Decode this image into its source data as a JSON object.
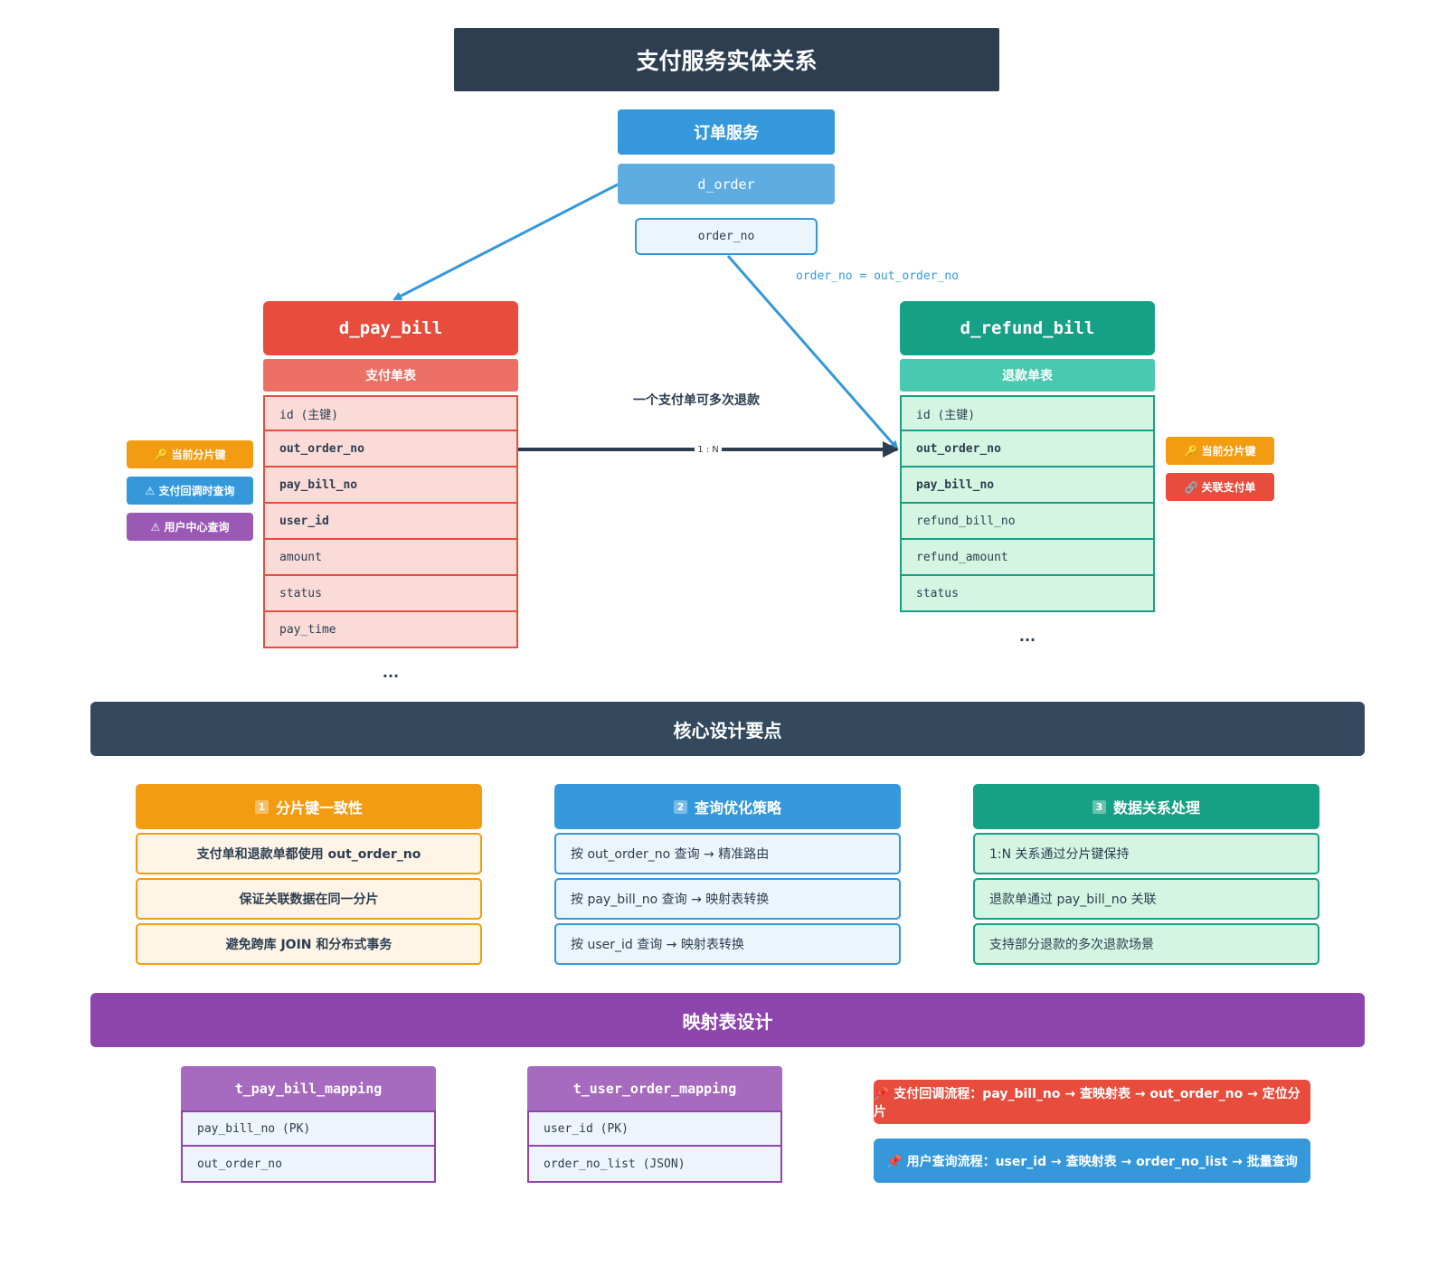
{
  "title": "支付服务实体关系",
  "order_service": {
    "label": "订单服务",
    "table": "d_order",
    "field": "order_no"
  },
  "relation": {
    "mapping_label": "order_no = out_order_no",
    "one_to_many_label": "一个支付单可多次退款",
    "ratio": "1 : N"
  },
  "pay_bill": {
    "name": "d_pay_bill",
    "subtitle": "支付单表",
    "fields": [
      "id (主键)",
      "out_order_no",
      "pay_bill_no",
      "user_id",
      "amount",
      "status",
      "pay_time"
    ],
    "ellipsis": "...",
    "tags": [
      {
        "text": "🔑 当前分片键",
        "color": "#f39c12"
      },
      {
        "text": "⚠ 支付回调时查询",
        "color": "#3498db"
      },
      {
        "text": "⚠ 用户中心查询",
        "color": "#9b59b6"
      }
    ]
  },
  "refund_bill": {
    "name": "d_refund_bill",
    "subtitle": "退款单表",
    "fields": [
      "id (主键)",
      "out_order_no",
      "pay_bill_no",
      "refund_bill_no",
      "refund_amount",
      "status"
    ],
    "ellipsis": "...",
    "tags": [
      {
        "text": "🔑 当前分片键",
        "color": "#f39c12"
      },
      {
        "text": "🔗 关联支付单",
        "color": "#e74c3c"
      }
    ]
  },
  "core": {
    "title": "核心设计要点",
    "cards": [
      {
        "num": "1",
        "title": "分片键一致性",
        "color": "#f39c12",
        "items": [
          "支付单和退款单都使用 out_order_no",
          "保证关联数据在同一分片",
          "避免跨库 JOIN 和分布式事务"
        ]
      },
      {
        "num": "2",
        "title": "查询优化策略",
        "color": "#3498db",
        "items": [
          "按 out_order_no 查询 → 精准路由",
          "按 pay_bill_no 查询 → 映射表转换",
          "按 user_id 查询 → 映射表转换"
        ]
      },
      {
        "num": "3",
        "title": "数据关系处理",
        "color": "#16a085",
        "items": [
          "1:N 关系通过分片键保持",
          "退款单通过 pay_bill_no 关联",
          "支持部分退款的多次退款场景"
        ]
      }
    ]
  },
  "mapping": {
    "title": "映射表设计",
    "tables": [
      {
        "name": "t_pay_bill_mapping",
        "fields": [
          "pay_bill_no (PK)",
          "out_order_no"
        ]
      },
      {
        "name": "t_user_order_mapping",
        "fields": [
          "user_id (PK)",
          "order_no_list (JSON)"
        ]
      }
    ],
    "flows": [
      {
        "text": "📌 支付回调流程：pay_bill_no → 查映射表 → out_order_no → 定位分片",
        "color": "#e74c3c"
      },
      {
        "text": "📌 用户查询流程：user_id → 查映射表 → order_no_list → 批量查询",
        "color": "#3498db"
      }
    ]
  }
}
